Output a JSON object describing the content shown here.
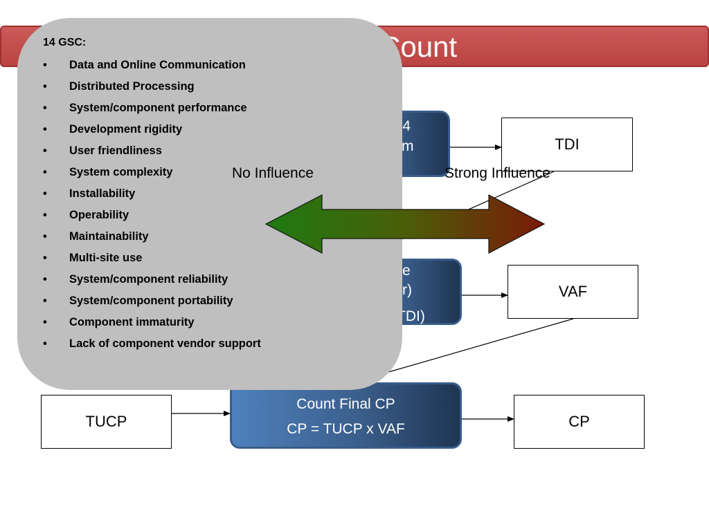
{
  "title": "Count",
  "process_boxes": {
    "top": {
      "lines": [
        "f  14",
        "m"
      ]
    },
    "middle": {
      "lines": [
        "e",
        "r)",
        " TDI)"
      ]
    },
    "bottom": {
      "lines": [
        "Count Final CP",
        "CP = TUCP x VAF"
      ]
    }
  },
  "output_boxes": {
    "tdi": "TDI",
    "vaf": "VAF",
    "tucp": "TUCP",
    "cp": "CP"
  },
  "influence_scale": {
    "left_label": "No Influence",
    "right_label": "Strong Influence",
    "colors": {
      "left": "#1e7a12",
      "mid": "#4a5e08",
      "right": "#7a1a08"
    }
  },
  "gsc": {
    "heading": "14 GSC:",
    "bullet": "•",
    "items": [
      "Data and Online Communication",
      "Distributed Processing",
      "System/component performance",
      "Development rigidity",
      "User friendliness",
      "System complexity",
      "Installability",
      "Operability",
      "Maintainability",
      "Multi-site use",
      "System/component reliability",
      "System/component portability",
      "Component immaturity",
      "Lack of component vendor support"
    ]
  },
  "colors": {
    "title_bar": "#c0504d",
    "process_box": "#4f81bd",
    "process_box_dark": "#1f3553",
    "panel": "#bfbfbf"
  }
}
